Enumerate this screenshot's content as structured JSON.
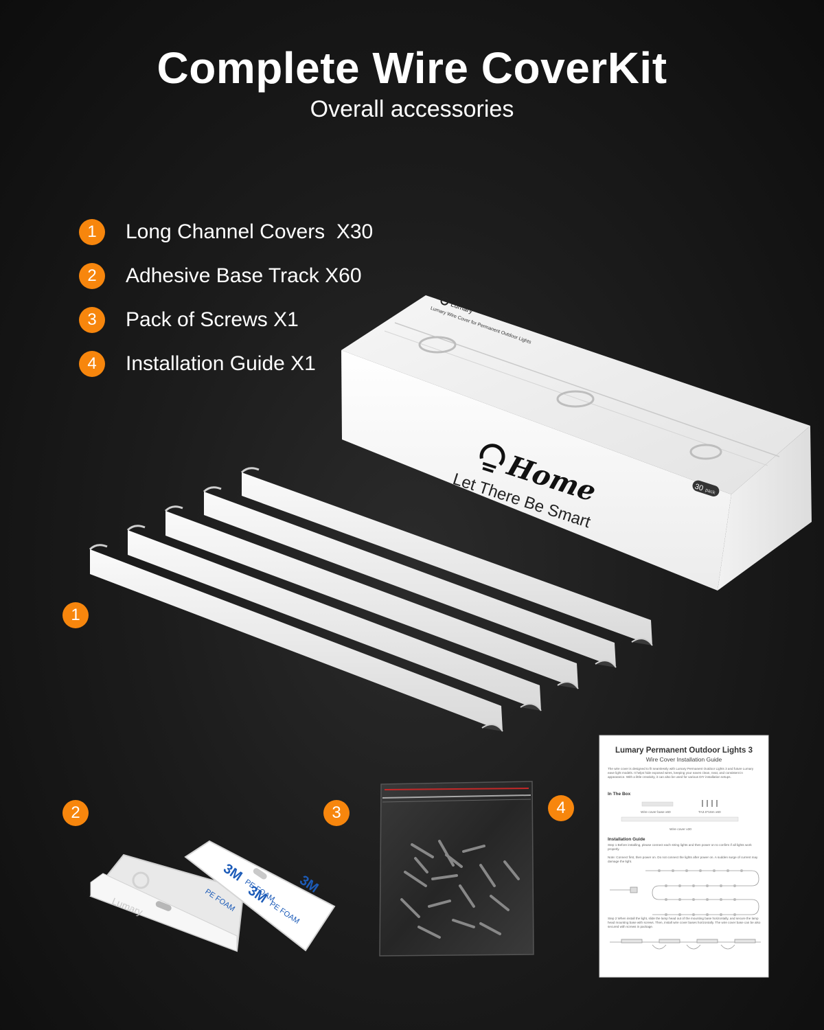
{
  "header": {
    "title": "Complete Wire CoverKit",
    "subtitle": "Overall accessories"
  },
  "accent_color": "#f7860d",
  "items": [
    {
      "number": "1",
      "label": "Long Channel Covers  X30"
    },
    {
      "number": "2",
      "label": "Adhesive Base Track X60"
    },
    {
      "number": "3",
      "label": "Pack of Screws X1"
    },
    {
      "number": "4",
      "label": "Installation Guide X1"
    }
  ],
  "markers": [
    "1",
    "2",
    "3",
    "4"
  ],
  "box": {
    "brand": "Lumary",
    "product_line": "Lumary Wire Cover for Permanent Outdoor Lights",
    "logo_text": "Home",
    "slogan": "Let There Be Smart",
    "pack_count": "30",
    "pack_unit": "pack"
  },
  "base_track": {
    "embossed_brand": "Lumary",
    "tape_brand": "3M",
    "tape_text": "PE FOAM"
  },
  "guide": {
    "title": "Lumary Permanent Outdoor Lights 3",
    "subtitle": "Wire Cover Installation Guide",
    "intro": "The wire cover is designed to fit seamlessly with Lumary Permanent Outdoor Lights 3 and future Lumary eave light models. It helps hide exposed wires, keeping your eaves clean, neat, and consistent in appearance. With a little creativity, it can also be used for various DIY installation setups.",
    "in_the_box_heading": "In The Box",
    "box_item_base": "Wire cover base x60",
    "box_item_screws": "TA3.0*16m x60",
    "box_item_cover": "Wire cover x30",
    "installation_heading": "Installation Guide",
    "step1": "Step 1  Before installing, please connect each string lights and then power on to confirm if all lights work properly.",
    "note": "Note: Connect first, then power on. Do not connect the lights after power on. A sudden surge of current may damage the light.",
    "step2": "Step 2  When install the light, slide the lamp head out of the mounting base horizontally, and secure the lamp head mounting base with screws. Then, install wire cover bases horizontally. The wire cover base can be also secured with screws in package."
  }
}
